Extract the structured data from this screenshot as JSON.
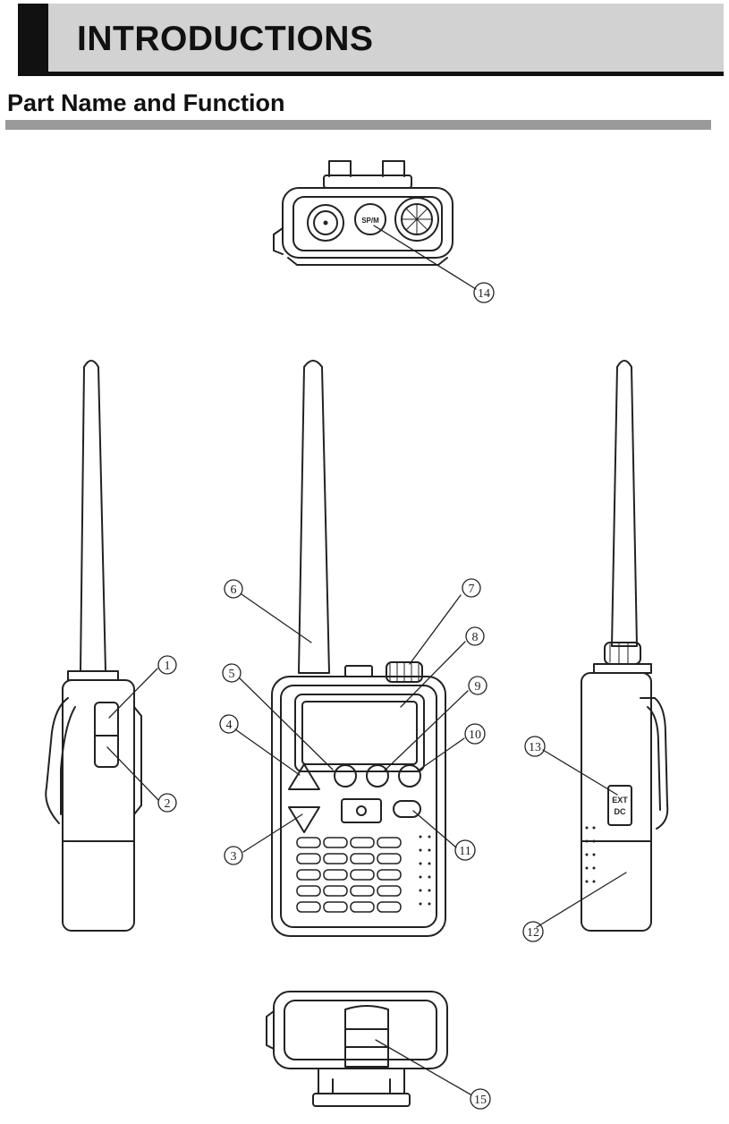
{
  "header": {
    "title": "INTRODUCTIONS"
  },
  "section": {
    "title": "Part Name and Function"
  },
  "labels": {
    "ext_dc_line1": "EXT",
    "ext_dc_line2": "DC",
    "top_jack": "SP/M"
  },
  "callouts": [
    "1",
    "2",
    "3",
    "4",
    "5",
    "6",
    "7",
    "8",
    "9",
    "10",
    "11",
    "12",
    "13",
    "14",
    "15"
  ]
}
